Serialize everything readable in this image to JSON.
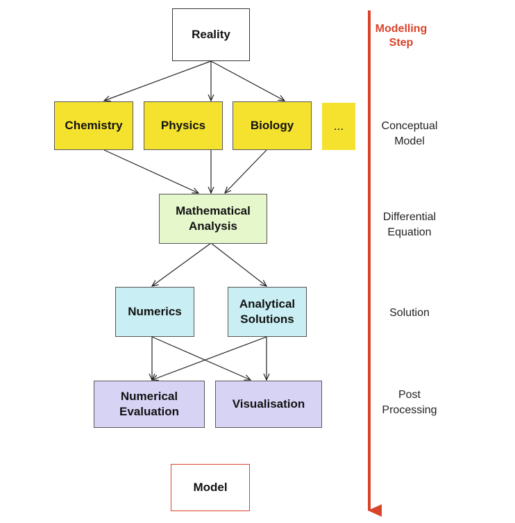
{
  "nodes": {
    "reality": "Reality",
    "chemistry": "Chemistry",
    "physics": "Physics",
    "biology": "Biology",
    "more": "...",
    "math_analysis": "Mathematical\nAnalysis",
    "numerics": "Numerics",
    "analytical": "Analytical\nSolutions",
    "numerical_eval": "Numerical\nEvaluation",
    "visualisation": "Visualisation",
    "model": "Model"
  },
  "axis": {
    "title": "Modelling\nStep",
    "steps": [
      "Conceptual\nModel",
      "Differential\nEquation",
      "Solution",
      "Post\nProcessing"
    ]
  },
  "colors": {
    "discipline_fill": "#f5e22f",
    "analysis_fill": "#e6f7cc",
    "solution_fill": "#c9eef4",
    "postprocessing_fill": "#d7d3f5",
    "axis_arrow": "#d9432b",
    "model_border": "#d9432b"
  }
}
